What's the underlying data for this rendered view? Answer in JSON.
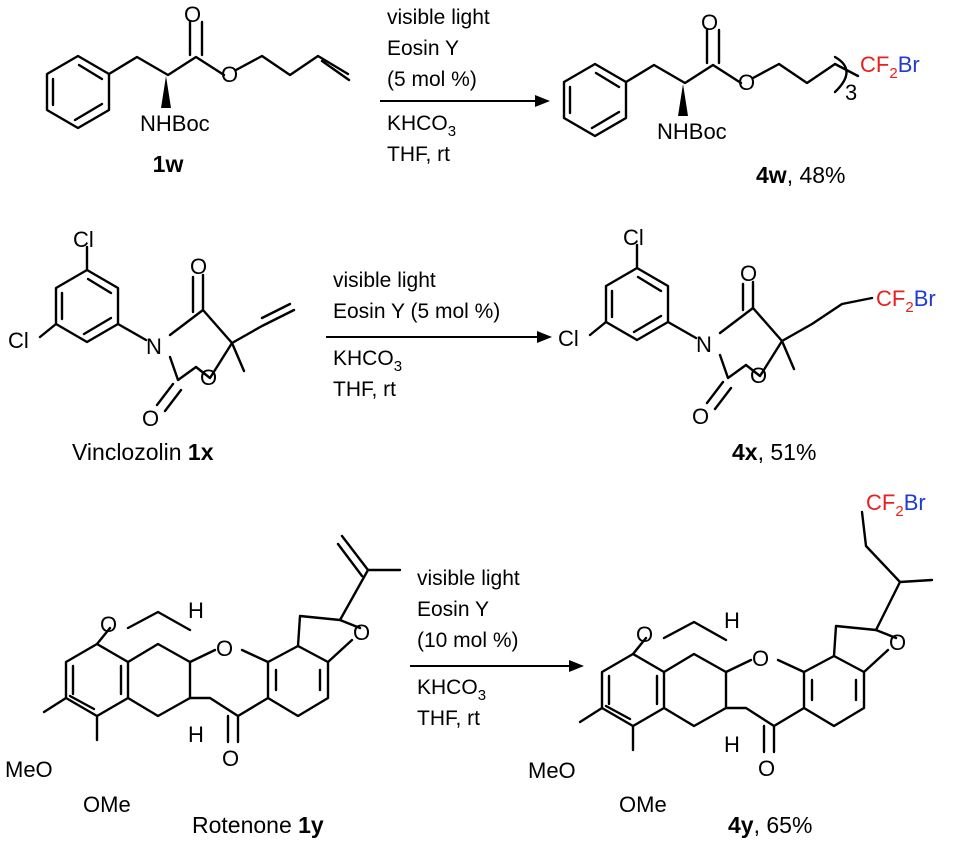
{
  "colors": {
    "fluorine_carbon": "#e8201f",
    "bromine": "#1f3bd6",
    "ink": "#000000"
  },
  "atoms": {
    "O": "O",
    "H": "H",
    "N": "N",
    "Cl": "Cl",
    "NHBoc": "NHBoc",
    "MeO": "MeO",
    "OMe": "OMe",
    "C": "C",
    "F": "F",
    "sub2": "2",
    "Br": "Br",
    "sub3": "3"
  },
  "reactions": [
    {
      "conditions": [
        "visible light",
        "Eosin Y",
        "(5 mol %)"
      ],
      "conditions_below": [
        "KHCO",
        "THF, rt"
      ],
      "below_sub": "3",
      "reactant_label": "1w",
      "product_label": "4w",
      "product_yield": ", 48%"
    },
    {
      "conditions": [
        "visible light",
        "Eosin Y (5 mol %)"
      ],
      "conditions_below": [
        "KHCO",
        "THF, rt"
      ],
      "below_sub": "3",
      "reactant_name": "Vinclozolin ",
      "reactant_label": "1x",
      "product_label": "4x",
      "product_yield": ", 51%"
    },
    {
      "conditions": [
        "visible light",
        "Eosin Y",
        "(10 mol %)"
      ],
      "conditions_below": [
        "KHCO",
        "THF, rt"
      ],
      "below_sub": "3",
      "reactant_name": "Rotenone ",
      "reactant_label": "1y",
      "product_label": "4y",
      "product_yield": ", 65%"
    }
  ]
}
